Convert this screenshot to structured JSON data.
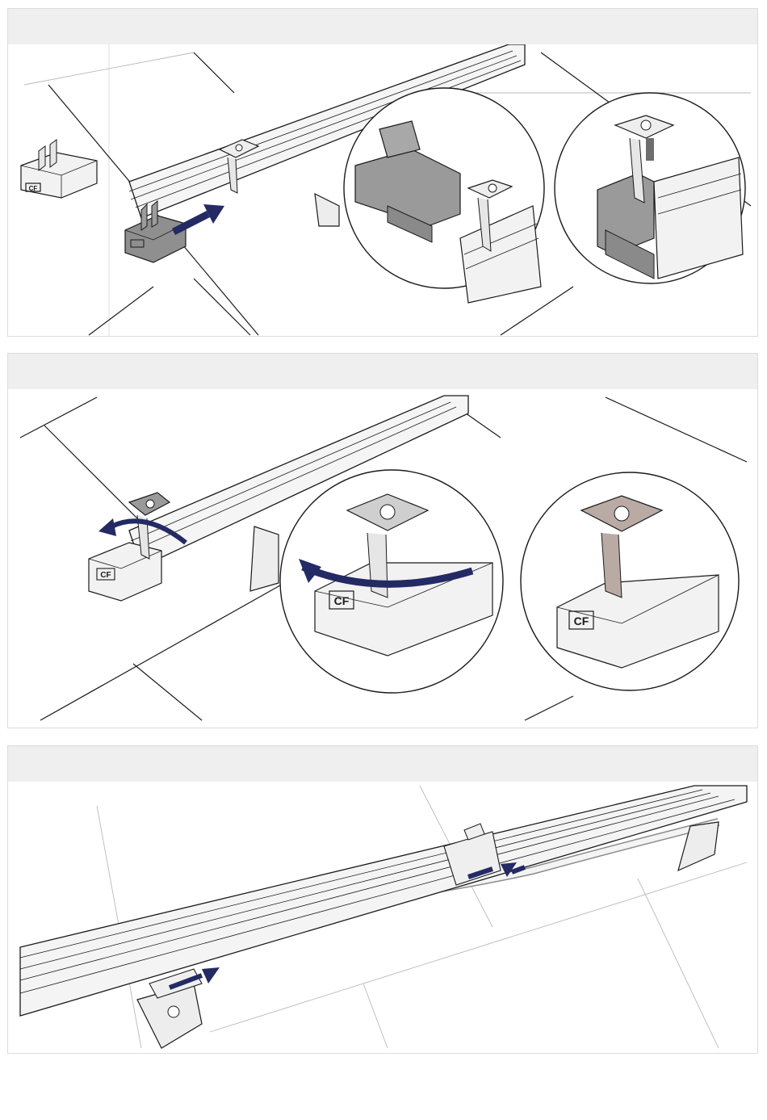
{
  "steps": [
    {
      "header": "",
      "labels": [
        "CF"
      ]
    },
    {
      "header": "",
      "labels": [
        "CF",
        "CF",
        "CF"
      ]
    },
    {
      "header": "",
      "labels": []
    }
  ],
  "colors": {
    "arrow": "#232a64",
    "clip_dark": "#8a8a8a",
    "clip_highlight": "#b9aba4",
    "header_bg": "#efefef",
    "rail": "#f4f4f4"
  },
  "icons": {
    "arrow": "arrow-icon",
    "rotate": "rotate-arrow-icon"
  }
}
